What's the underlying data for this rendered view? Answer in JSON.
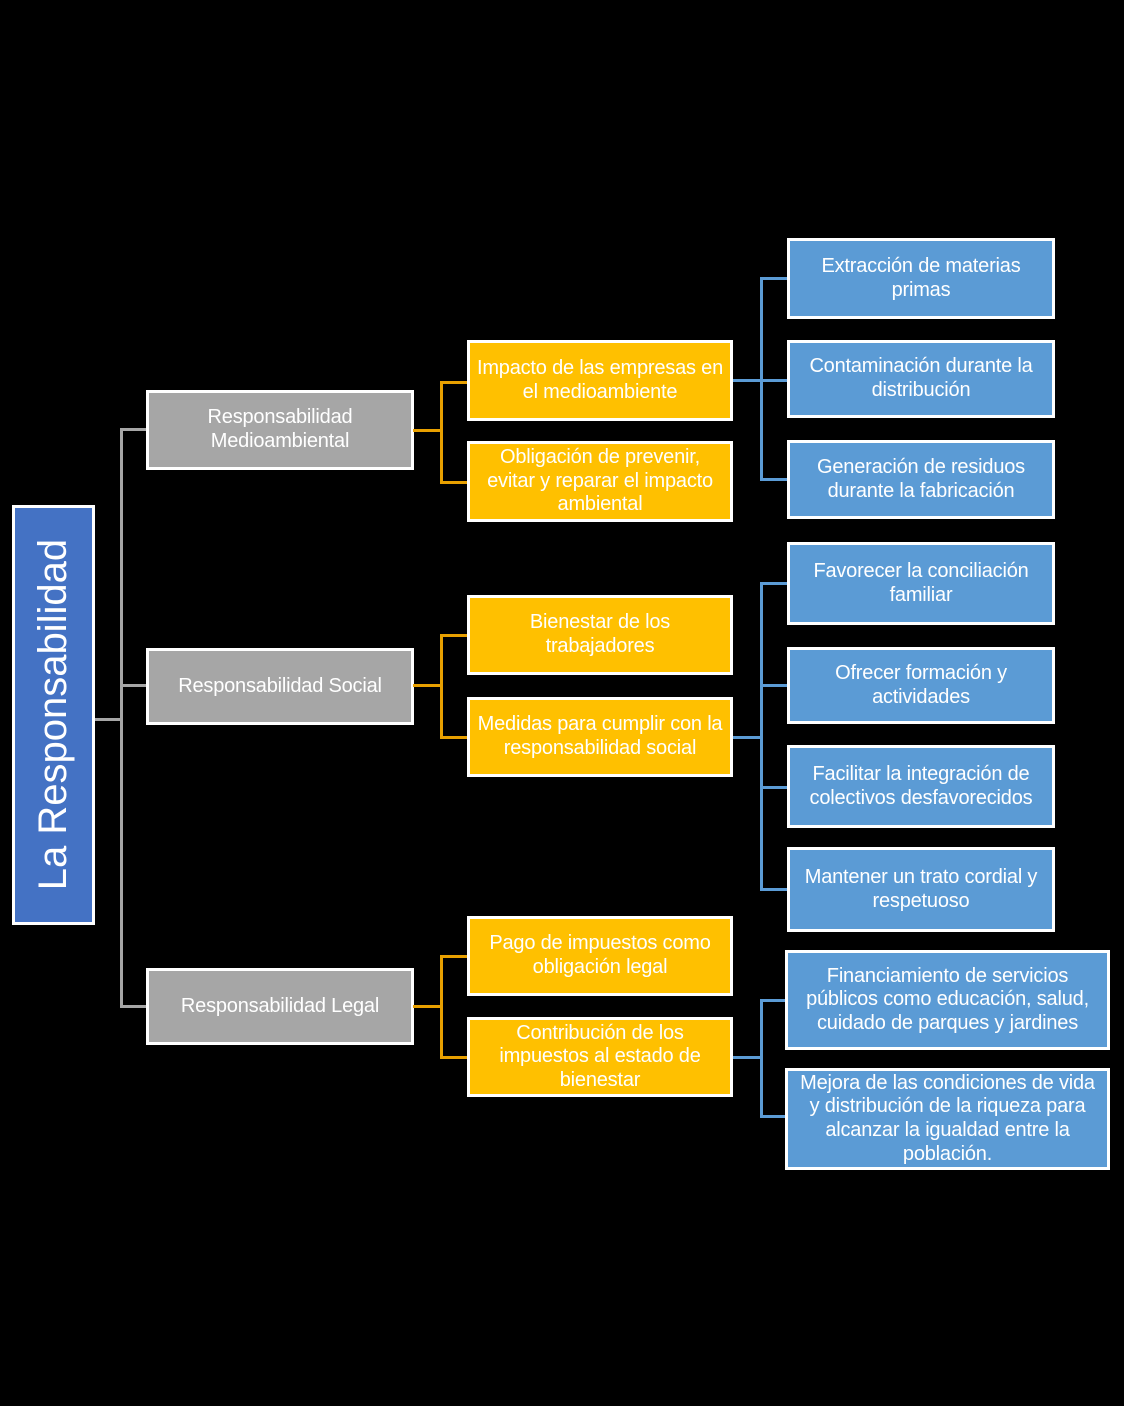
{
  "diagram_title": "La Responsabilidad",
  "colors": {
    "background": "#000000",
    "root_box": "#4472C4",
    "branch_box": "#A6A6A6",
    "child_box": "#FFC000",
    "leaf_box": "#5B9BD5",
    "connector_gray": "#A6A6A6",
    "connector_yellow": "#E8A000",
    "connector_blue": "#5B9BD5"
  },
  "branches": [
    {
      "label": "Responsabilidad Medioambiental",
      "children": [
        {
          "label": "Impacto de las empresas en el medioambiente",
          "leaves": [
            "Extracción de materias primas",
            "Contaminación durante la distribución",
            "Generación de residuos durante la fabricación"
          ]
        },
        {
          "label": "Obligación de prevenir, evitar y reparar el impacto ambiental",
          "leaves": []
        }
      ]
    },
    {
      "label": "Responsabilidad Social",
      "children": [
        {
          "label": "Bienestar de los trabajadores",
          "leaves": []
        },
        {
          "label": "Medidas para cumplir con la responsabilidad social",
          "leaves": [
            "Favorecer la conciliación familiar",
            "Ofrecer formación y actividades",
            "Facilitar la integración de colectivos desfavorecidos",
            "Mantener un trato cordial y respetuoso"
          ]
        }
      ]
    },
    {
      "label": "Responsabilidad Legal",
      "children": [
        {
          "label": "Pago de impuestos como obligación legal",
          "leaves": []
        },
        {
          "label": "Contribución de los impuestos al estado de bienestar",
          "leaves": [
            "Financiamiento de servicios públicos como educación, salud, cuidado de parques y jardines",
            "Mejora de las condiciones de vida y distribución de la riqueza para alcanzar la igualdad entre la población."
          ]
        }
      ]
    }
  ]
}
